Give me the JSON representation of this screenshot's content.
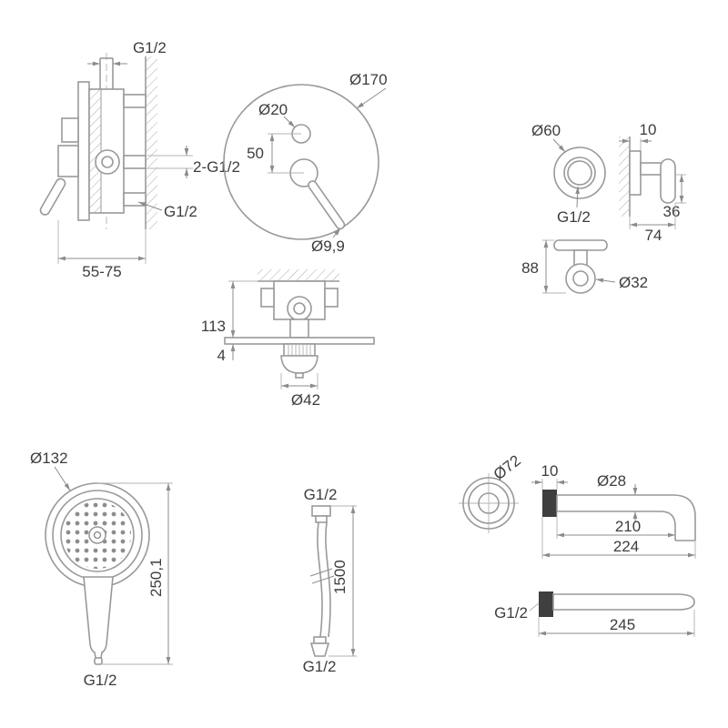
{
  "drawing": {
    "concealed_side": {
      "top_thread": "G1/2",
      "side_ports": "2-G1/2",
      "bottom_thread": "G1/2",
      "mount_depth": "55-75"
    },
    "plate_front": {
      "plate_dia": "Ø170",
      "button_dia": "Ø20",
      "button_offset": "50",
      "lever_dia": "Ø9,9"
    },
    "holder": {
      "ring_dia": "Ø60",
      "wall_offset": "10",
      "thread": "G1/2",
      "hook_drop": "36",
      "depth": "74",
      "height": "88",
      "hook_dia": "Ø32"
    },
    "concealed_top": {
      "body_height": "113",
      "plate_thickness": "4",
      "base_dia": "Ø42"
    },
    "handshower": {
      "head_dia": "Ø132",
      "length": "250,1",
      "thread": "G1/2"
    },
    "hose": {
      "top_thread": "G1/2",
      "length": "1500",
      "bottom_thread": "G1/2"
    },
    "spout": {
      "flange_dia": "Ø72",
      "wall_offset": "10",
      "tube_dia": "Ø28",
      "reach_inner": "210",
      "reach_outer": "224",
      "thread": "G1/2",
      "straight_length": "245"
    }
  }
}
